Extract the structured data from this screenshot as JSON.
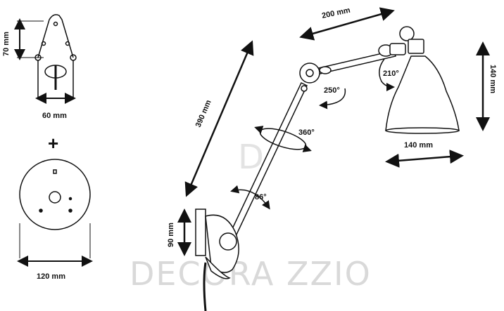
{
  "dimensions": {
    "bracket_height": "70 mm",
    "bracket_width": "60 mm",
    "plus_sign": "+",
    "plate_diameter": "120 mm",
    "arm_length": "390 mm",
    "upper_arm": "200 mm",
    "shade_height": "140 mm",
    "shade_width": "140 mm",
    "base_height": "90 mm"
  },
  "angles": {
    "elbow": "250°",
    "shade": "210°",
    "rotation": "360°",
    "base": "86°"
  },
  "watermark": {
    "text": "DECORA ZZIO",
    "logo_letter": "D"
  },
  "colors": {
    "line": "#111111",
    "watermark": "#d9d9d9"
  }
}
